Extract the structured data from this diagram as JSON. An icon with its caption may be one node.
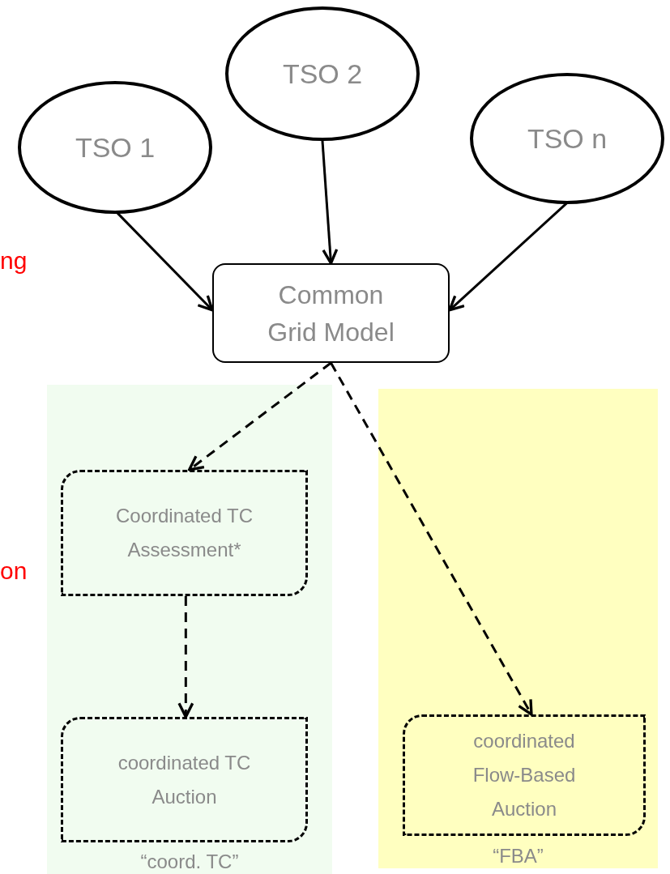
{
  "diagram": {
    "nodes": [
      {
        "text": [
          "TSO 1"
        ]
      },
      {
        "text": [
          "TSO 2"
        ]
      },
      {
        "text": [
          "TSO n"
        ]
      },
      {
        "text": [
          "Common Grid Model"
        ]
      },
      {
        "text": [
          "“coord. TC”"
        ]
      },
      {
        "text": [
          "Coordinated TC Assessment*"
        ],
        "in": 4
      },
      {
        "text": [
          "coordinated TC Auction"
        ],
        "in": 4
      },
      {
        "text": [
          "“FBA”"
        ]
      },
      {
        "text": [
          "coordinated Flow-Based Auction"
        ],
        "in": 7
      }
    ],
    "edges": [
      {
        "from": 0,
        "to": 3,
        "arrow": "to"
      },
      {
        "from": 1,
        "to": 3,
        "arrow": "to"
      },
      {
        "from": 2,
        "to": 3,
        "arrow": "to"
      },
      {
        "from": 3,
        "to": 5,
        "arrow": "to",
        "style": "dashed"
      },
      {
        "from": 5,
        "to": 6,
        "arrow": "to",
        "style": "dashed"
      },
      {
        "from": 3,
        "to": 8,
        "arrow": "to",
        "style": "dashed"
      }
    ],
    "labels": [
      "ng",
      "on"
    ]
  }
}
